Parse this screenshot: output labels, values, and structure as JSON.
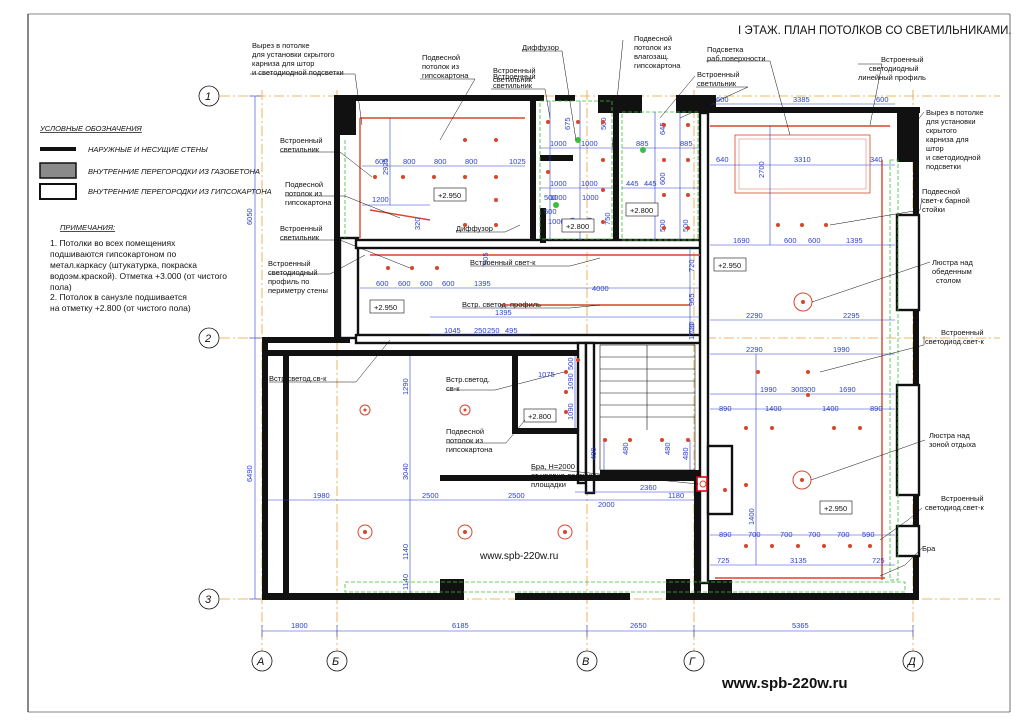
{
  "title": "I ЭТАЖ. ПЛАН ПОТОЛКОВ СО СВЕТИЛЬНИКАМИ.",
  "watermark_inner": "www.spb-220w.ru",
  "watermark_outer": "www.spb-220w.ru",
  "legend": {
    "heading": "УСЛОВНЫЕ ОБОЗНАЧЕНИЯ",
    "items": [
      "НАРУЖНЫЕ И НЕСУЩИЕ СТЕНЫ",
      "ВНУТРЕННИЕ ПЕРЕГОРОДКИ ИЗ ГАЗОБЕТОНА",
      "ВНУТРЕННИЕ ПЕРЕГОРОДКИ ИЗ ГИПСОКАРТОНА"
    ]
  },
  "notes": {
    "heading": "ПРИМЕЧАНИЯ:",
    "lines": [
      "1.  Потолки во всех помещениях",
      "подшиваются гипсокартоном по",
      "метал.каркасу  (штукатурка, покраска",
      "водоэм.краской). Отметка +3.000 (от чистого",
      "пола)",
      "2. Потолок в санузле подшивается",
      "на отметку +2.800 (от чистого пола)"
    ]
  },
  "axes": {
    "rows": [
      "1",
      "2",
      "3"
    ],
    "cols": [
      "А",
      "Б",
      "В",
      "Г",
      "Д"
    ]
  },
  "levels": [
    "+2.950",
    "+2.800",
    "+2.800",
    "+2.950",
    "+2.950",
    "+2.800",
    "+2.950"
  ],
  "annotations": {
    "a1": [
      "Вырез в потолке",
      "для установки скрытого",
      "карниза для штор",
      "и светодиодной подсветки"
    ],
    "a2": [
      "Подвесной",
      "потолок из",
      "гипсокартона"
    ],
    "a3": [
      "Диффузор"
    ],
    "a4": [
      "Подвесной",
      "потолок из",
      "влагозащ.",
      "гипсокартона"
    ],
    "a5": [
      "Подсветка",
      "раб.поверхности"
    ],
    "a6": [
      "Встроенный",
      "светодиодный",
      "линейный профиль"
    ],
    "a7": [
      "Встроенный",
      "светильник"
    ],
    "a8": [
      "Встроенный",
      "светильник"
    ],
    "a9": [
      "Вырез в потолке",
      "для установки",
      "скрытого",
      "карниза для",
      "штор",
      "и светодиодной",
      "подсветки"
    ],
    "a10": [
      "Встроенный",
      "светильник"
    ],
    "a11": [
      "Подвесной",
      "потолок из",
      "гипсокартона"
    ],
    "a12": [
      "Встроенный",
      "светильник"
    ],
    "a13": [
      "Подвесной",
      "свет-к барной",
      "стойки"
    ],
    "a14": [
      "Встроенный",
      "светодиодный",
      "профиль по",
      "периметру стены"
    ],
    "a15": [
      "Диффузор"
    ],
    "a16": [
      "Встроенный  свет-к"
    ],
    "a17": [
      "Встр. светод. профиль"
    ],
    "a18": [
      "Люстра над",
      "обеденным",
      "столом"
    ],
    "a19": [
      "Встроенный",
      "светодиод.свет-к"
    ],
    "a20": [
      "Встр.светод.св-к"
    ],
    "a21": [
      "Встр.светод.",
      "св-к"
    ],
    "a22": [
      "Подвесной",
      "потолок из",
      "гипсокартона"
    ],
    "a23": [
      "Люстра над",
      "зоной отдыха"
    ],
    "a24": [
      "Бра, H=2000",
      "от уровня лестничной",
      "площадки"
    ],
    "a25": [
      "Встроенный",
      "светодиод.свет-к"
    ],
    "a26": [
      "Бра"
    ],
    "a27": [
      "Встроенный",
      "светильник"
    ]
  },
  "dims": {
    "bottom": [
      "1800",
      "6185",
      "2650",
      "5365"
    ],
    "left": [
      "6050",
      "6490"
    ],
    "d": [
      "600",
      "800",
      "800",
      "800",
      "1025",
      "2925",
      "1200",
      "320",
      "1000",
      "1000",
      "675",
      "1000",
      "1000",
      "500",
      "885",
      "885",
      "645",
      "445",
      "445",
      "600",
      "1000",
      "500",
      "500",
      "500",
      "500",
      "750",
      "600",
      "3385",
      "600",
      "640",
      "3310",
      "340",
      "2700",
      "1690",
      "600",
      "600",
      "1395",
      "600",
      "600",
      "600",
      "600",
      "1395",
      "1395",
      "4000",
      "720",
      "720",
      "965",
      "2290",
      "2295",
      "1045",
      "250",
      "250",
      "495",
      "2290",
      "1990",
      "1075",
      "1090",
      "1090",
      "500",
      "1290",
      "3040",
      "1140",
      "1980",
      "2500",
      "2500",
      "1990",
      "300",
      "300",
      "1690",
      "890",
      "1400",
      "1400",
      "890",
      "480",
      "480",
      "480",
      "480",
      "2000",
      "2360",
      "1180",
      "1400",
      "700",
      "700",
      "700",
      "700",
      "590",
      "725",
      "3135",
      "725",
      "890",
      "1140",
      "1720",
      "505",
      "500",
      "1000",
      "1000",
      "500"
    ]
  }
}
